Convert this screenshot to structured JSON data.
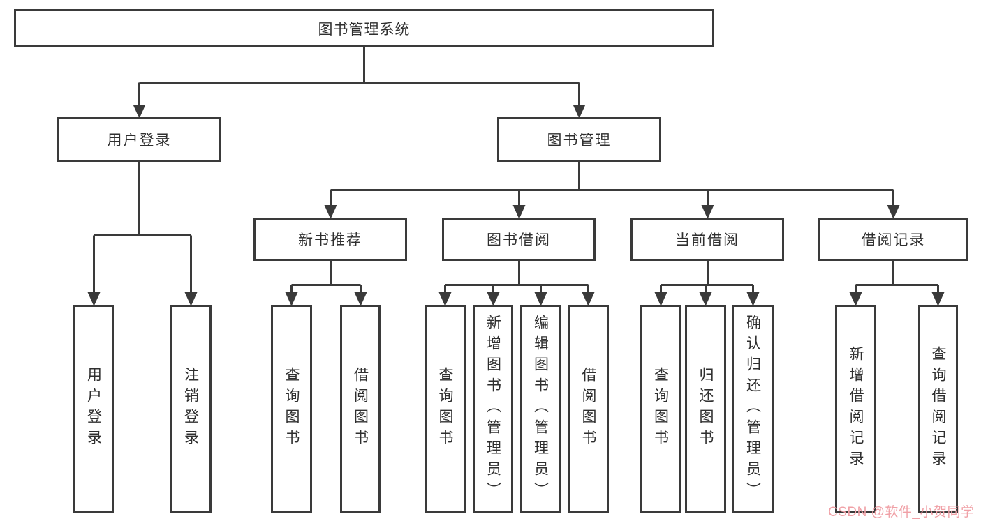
{
  "diagram": {
    "root": {
      "label": "图书管理系统"
    },
    "level2": [
      {
        "label": "用户登录"
      },
      {
        "label": "图书管理"
      }
    ],
    "level3": [
      {
        "label": "新书推荐"
      },
      {
        "label": "图书借阅"
      },
      {
        "label": "当前借阅"
      },
      {
        "label": "借阅记录"
      }
    ],
    "leaves": {
      "user": [
        "用户登录",
        "注销登录"
      ],
      "newbook": [
        "查询图书",
        "借阅图书"
      ],
      "borrow": [
        "查询图书",
        "新增图书（管理员）",
        "编辑图书（管理员）",
        "借阅图书"
      ],
      "current": [
        "查询图书",
        "归还图书",
        "确认归还（管理员）"
      ],
      "records": [
        "新增借阅记录",
        "查询借阅记录"
      ]
    }
  },
  "watermark": {
    "text": "CSDN @软件_小贺同学"
  },
  "colors": {
    "line": "#3a3a3a",
    "text": "#2f2f2f",
    "box_background": "#ffffff",
    "watermark": "#f0a0a6"
  }
}
